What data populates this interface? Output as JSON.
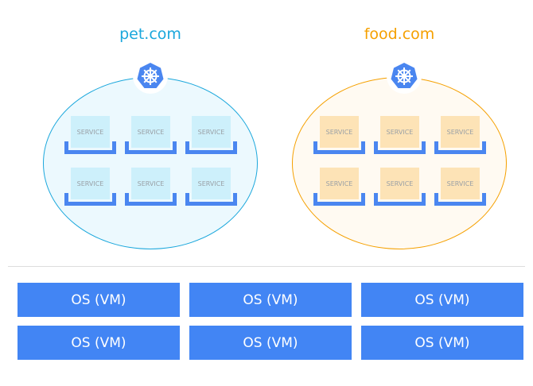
{
  "clusters": [
    {
      "domain": "pet.com",
      "color": "#1aa7dc",
      "fill": "#ecf9fe",
      "service_fill": "#cdf0fb",
      "icon": "kubernetes-helm-icon",
      "services": [
        "SERVICE",
        "SERVICE",
        "SERVICE",
        "SERVICE",
        "SERVICE",
        "SERVICE"
      ]
    },
    {
      "domain": "food.com",
      "color": "#f5a000",
      "fill": "#fffaf2",
      "service_fill": "#fde3b6",
      "icon": "kubernetes-helm-icon",
      "services": [
        "SERVICE",
        "SERVICE",
        "SERVICE",
        "SERVICE",
        "SERVICE",
        "SERVICE"
      ]
    }
  ],
  "vms": [
    "OS (VM)",
    "OS (VM)",
    "OS (VM)",
    "OS (VM)",
    "OS (VM)",
    "OS (VM)"
  ],
  "colors": {
    "tray": "#4a86f0",
    "vm": "#4285f4",
    "kubernetes": "#4a86f0"
  }
}
